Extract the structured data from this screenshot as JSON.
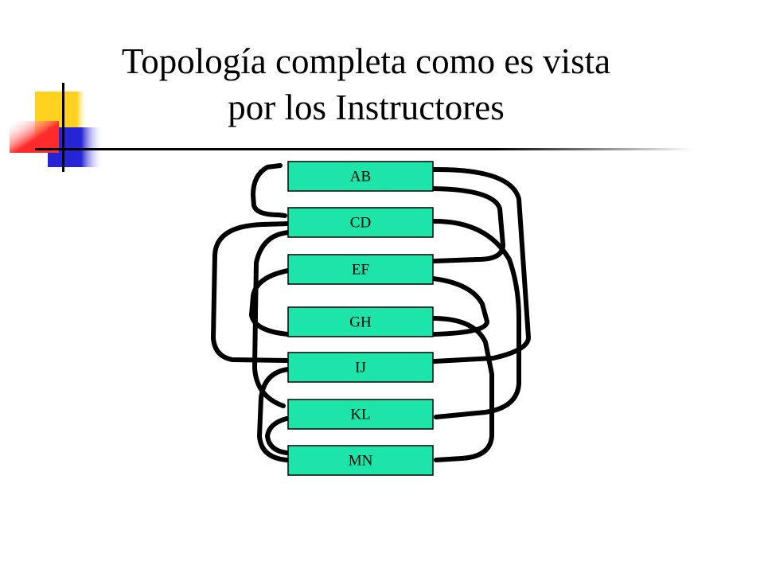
{
  "slide": {
    "title_line_1": "Topología completa como es vista",
    "title_line_2": "por los Instructores"
  },
  "colors": {
    "node_fill": "#1de5a9",
    "node_border": "#000000",
    "link": "#000000",
    "deco_yellow": "#ffd21f",
    "deco_red": "#ff2a2a",
    "deco_blue": "#2525d6",
    "rule": "#000000"
  },
  "nodes": [
    {
      "id": "AB",
      "label": "AB"
    },
    {
      "id": "CD",
      "label": "CD"
    },
    {
      "id": "EF",
      "label": "EF"
    },
    {
      "id": "GH",
      "label": "GH"
    },
    {
      "id": "IJ",
      "label": "IJ"
    },
    {
      "id": "KL",
      "label": "KL"
    },
    {
      "id": "MN",
      "label": "MN"
    }
  ],
  "links": [
    {
      "from": "AB",
      "to": "CD",
      "side": "left"
    },
    {
      "from": "CD",
      "to": "IJ",
      "side": "left"
    },
    {
      "from": "CD",
      "to": "KL",
      "side": "left"
    },
    {
      "from": "EF",
      "to": "GH",
      "side": "left"
    },
    {
      "from": "IJ",
      "to": "MN",
      "side": "left"
    },
    {
      "from": "KL",
      "to": "MN",
      "side": "left"
    },
    {
      "from": "AB",
      "to": "EF",
      "side": "right"
    },
    {
      "from": "AB",
      "to": "IJ",
      "side": "right"
    },
    {
      "from": "CD",
      "to": "KL",
      "side": "right"
    },
    {
      "from": "EF",
      "to": "GH",
      "side": "right"
    },
    {
      "from": "GH",
      "to": "MN",
      "side": "right"
    }
  ]
}
